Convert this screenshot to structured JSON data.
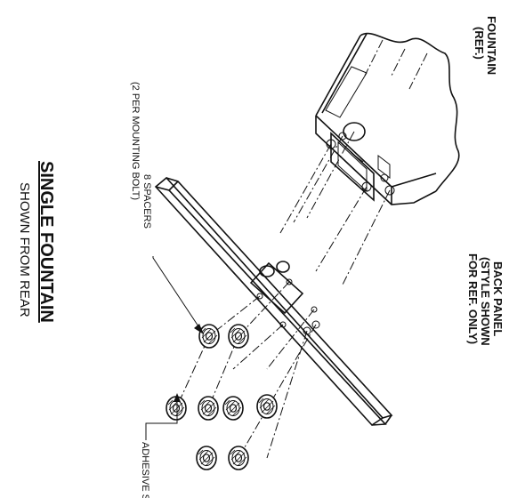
{
  "labels": {
    "fountain_line1": "FOUNTAIN",
    "fountain_line2": "(REF.)",
    "back_panel_line1": "BACK PANEL",
    "back_panel_line2": "(STYLE SHOWN",
    "back_panel_line3": "FOR REF. ONLY)",
    "spacers_line1": "8 SPACERS",
    "spacers_line2": "(2 PER MOUNTING BOLT)",
    "adhesive_side": "ADHESIVE SIDE",
    "title": "SINGLE FOUNTAIN",
    "subtitle": "SHOWN FROM REAR"
  }
}
